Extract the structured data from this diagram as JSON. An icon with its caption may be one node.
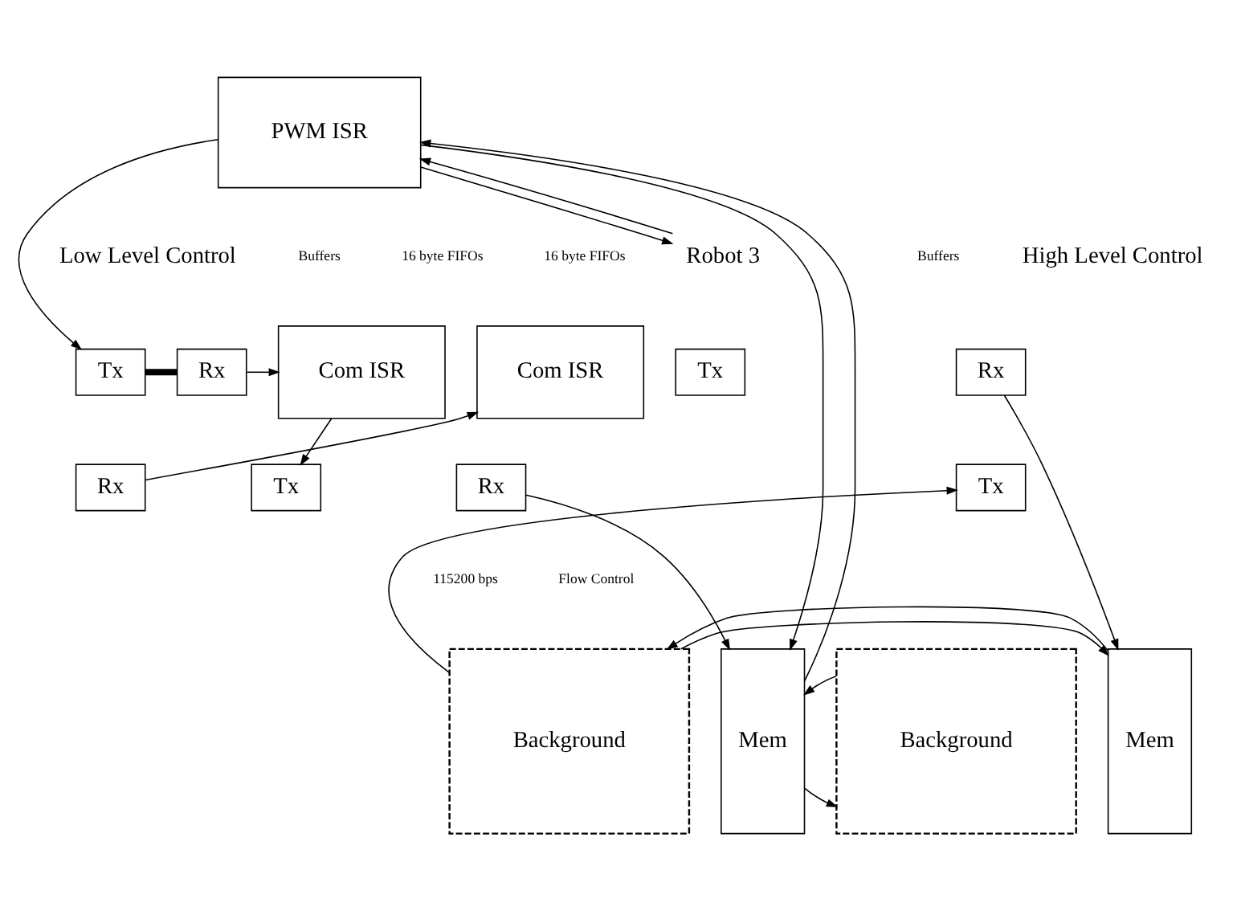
{
  "diagram": {
    "nodes": [
      {
        "text": [
          "PWM ISR"
        ]
      },
      {
        "text": [
          "Robot 3"
        ]
      },
      {
        "text": [
          "Tx"
        ]
      },
      {
        "text": [
          "Rx"
        ]
      },
      {
        "text": [
          "Com ISR"
        ]
      },
      {
        "text": [
          "Tx"
        ]
      },
      {
        "text": [
          "Rx"
        ]
      },
      {
        "text": [
          "Rx"
        ]
      },
      {
        "text": [
          "Tx"
        ]
      },
      {
        "text": [
          "Com ISR"
        ]
      },
      {
        "text": [
          "Rx"
        ]
      },
      {
        "text": [
          "Tx"
        ]
      },
      {
        "text": [
          "Mem"
        ]
      },
      {
        "text": [
          "Background"
        ]
      },
      {
        "text": [
          "Background"
        ]
      },
      {
        "text": [
          "Mem"
        ]
      }
    ],
    "edges": [
      {
        "from": 0,
        "to": 12,
        "arrow": "to"
      },
      {
        "from": 12,
        "to": 0,
        "arrow": "to"
      },
      {
        "from": 1,
        "to": 0,
        "arrow": "to"
      },
      {
        "from": 0,
        "to": 1,
        "arrow": "to"
      },
      {
        "from": 0,
        "to": 5,
        "arrow": "to"
      },
      {
        "from": 6,
        "to": 4,
        "arrow": "to"
      },
      {
        "from": 3,
        "to": 12,
        "arrow": "to"
      },
      {
        "from": 5,
        "to": 7,
        "arrow": "none",
        "style": "thick"
      },
      {
        "from": 7,
        "to": 9,
        "arrow": "to"
      },
      {
        "from": 9,
        "to": 8,
        "arrow": "to"
      },
      {
        "from": 10,
        "to": 15,
        "arrow": "to"
      },
      {
        "from": 14,
        "to": 11,
        "arrow": "to"
      },
      {
        "from": 12,
        "to": 13,
        "arrow": "to"
      },
      {
        "from": 13,
        "to": 12,
        "arrow": "to"
      },
      {
        "from": 14,
        "to": 15,
        "arrow": "to"
      },
      {
        "from": 15,
        "to": 14,
        "arrow": "to"
      }
    ],
    "labels": [
      "Low Level Control",
      "High Level Control",
      "Buffers",
      "16 byte FIFOs",
      "16 byte FIFOs",
      "Buffers",
      "115200 bps",
      "Flow Control"
    ]
  }
}
